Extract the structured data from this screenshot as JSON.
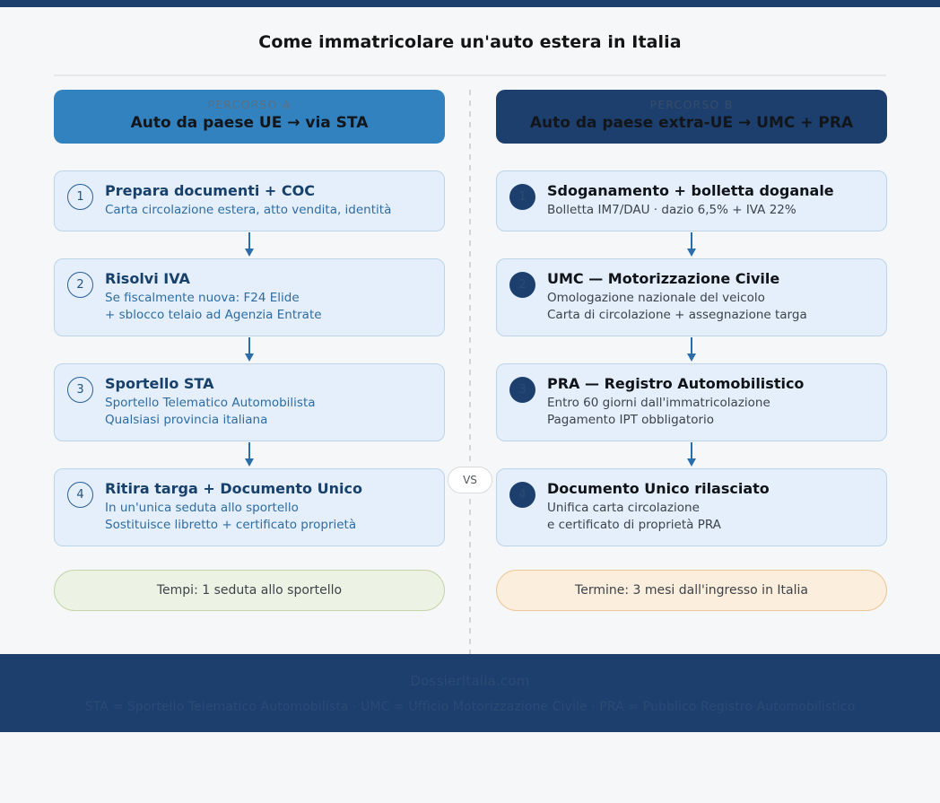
{
  "header": {
    "title": "Come immatricolare un'auto estera in Italia"
  },
  "vs_badge": "VS",
  "colors": {
    "top_bar": "#1d3f6e",
    "banner_a": "#3282bf",
    "banner_b": "#1d3f6e",
    "card_bg": "#e4effb",
    "card_border": "#bcd4ea",
    "arrow": "#2a6da8",
    "footnote_green_bg": "#edf3e4",
    "footnote_orange_bg": "#fceedd",
    "footer_bg": "#1d3f6e"
  },
  "columns": [
    {
      "id": "percorso-a",
      "kicker": "PERCORSO A",
      "title": "Auto da paese UE → via STA",
      "marker_style": "outline",
      "steps": [
        {
          "number": "1",
          "title": "Prepara documenti + COC",
          "sub_lines": [
            "Carta circolazione estera, atto vendita, identità"
          ]
        },
        {
          "number": "2",
          "title": "Risolvi IVA",
          "sub_lines": [
            "Se fiscalmente nuova: F24 Elide",
            "+ sblocco telaio ad Agenzia Entrate"
          ]
        },
        {
          "number": "3",
          "title": "Sportello STA",
          "sub_lines": [
            "Sportello Telematico Automobilista",
            "Qualsiasi provincia italiana"
          ]
        },
        {
          "number": "4",
          "title": "Ritira targa + Documento Unico",
          "sub_lines": [
            "In un'unica seduta allo sportello",
            "Sostituisce libretto + certificato proprietà"
          ]
        }
      ],
      "footnote": "Tempi: 1 seduta allo sportello",
      "footnote_style": "green"
    },
    {
      "id": "percorso-b",
      "kicker": "PERCORSO B",
      "title": "Auto da paese extra-UE → UMC + PRA",
      "marker_style": "filled",
      "steps": [
        {
          "number": "1",
          "title": "Sdoganamento + bolletta doganale",
          "sub_lines": [
            "Bolletta IM7/DAU · dazio 6,5% + IVA 22%"
          ]
        },
        {
          "number": "2",
          "title": "UMC — Motorizzazione Civile",
          "sub_lines": [
            "Omologazione nazionale del veicolo",
            "Carta di circolazione + assegnazione targa"
          ]
        },
        {
          "number": "3",
          "title": "PRA — Registro Automobilistico",
          "sub_lines": [
            "Entro 60 giorni dall'immatricolazione",
            "Pagamento IPT obbligatorio"
          ]
        },
        {
          "number": "4",
          "title": "Documento Unico rilasciato",
          "sub_lines": [
            "Unifica carta circolazione",
            "e certificato di proprietà PRA"
          ]
        }
      ],
      "footnote": "Termine: 3 mesi dall'ingresso in Italia",
      "footnote_style": "orange"
    }
  ],
  "footer": {
    "brand": "DossierItalia.com",
    "legend": "STA = Sportello Telematico Automobilista · UMC = Ufficio Motorizzazione Civile · PRA = Pubblico Registro Automobilistico"
  }
}
